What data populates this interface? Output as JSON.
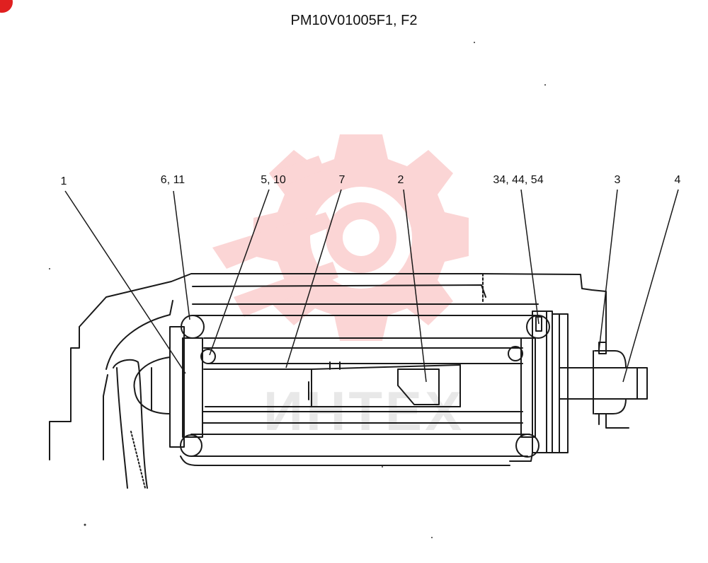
{
  "title": "PM10V01005F1, F2",
  "watermark": {
    "text": "ИНТЕХ",
    "color": "#f26a6a",
    "text_color": "#d6d6d6"
  },
  "labels": {
    "p1": "1",
    "p6_11": "6, 11",
    "p5_10": "5, 10",
    "p7": "7",
    "p2": "2",
    "p34_44_54": "34, 44, 54",
    "p3": "3",
    "p4": "4"
  },
  "colors": {
    "line": "#1a1a1a",
    "badge": "#e02020"
  }
}
